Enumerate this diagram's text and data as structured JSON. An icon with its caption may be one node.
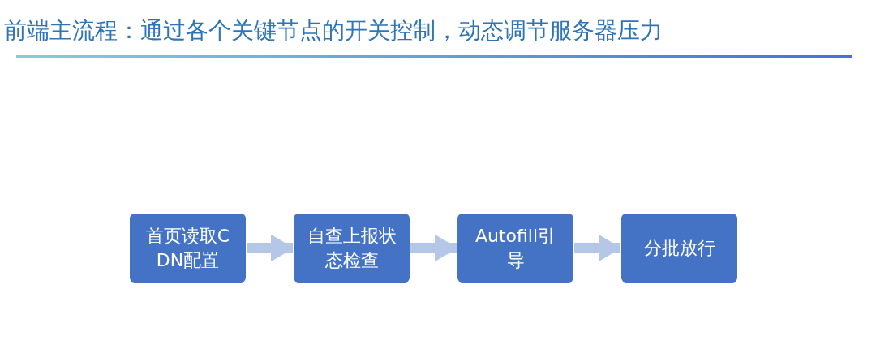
{
  "diagram": {
    "title": "前端主流程：通过各个关键节点的开关控制，动态调节服务器压力",
    "nodes": [
      {
        "text": [
          "首页读取CDN配置"
        ]
      },
      {
        "text": [
          "自查上报状态检查"
        ]
      },
      {
        "text": [
          "Autofill引导"
        ]
      },
      {
        "text": [
          "分批放行"
        ]
      }
    ],
    "edges": [
      {
        "from": 0,
        "to": 1,
        "arrow": "to"
      },
      {
        "from": 1,
        "to": 2,
        "arrow": "to"
      },
      {
        "from": 2,
        "to": 3,
        "arrow": "to"
      }
    ]
  }
}
